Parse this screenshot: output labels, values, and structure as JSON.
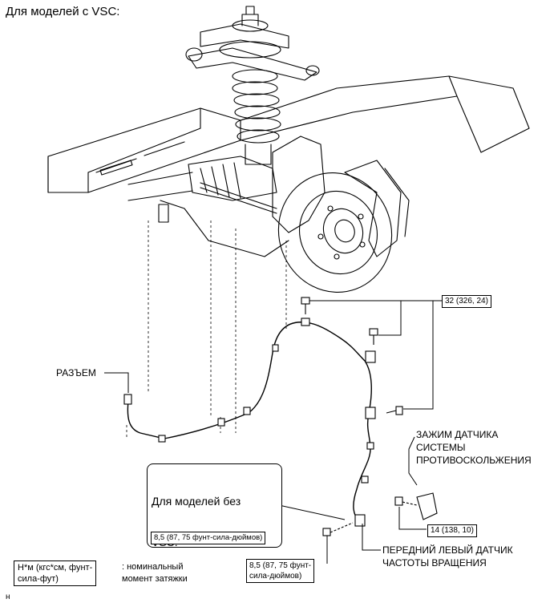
{
  "heading": "Для моделей с VSC:",
  "labels": {
    "connector": "РАЗЪЕМ",
    "clamp_line1": "ЗАЖИМ ДАТЧИКА",
    "clamp_line2": "СИСТЕМЫ",
    "clamp_line3": "ПРОТИВОСКОЛЬЖЕНИЯ",
    "sensor_line1": "ПЕРЕДНИЙ ЛЕВЫЙ ДАТЧИК",
    "sensor_line2": "ЧАСТОТЫ ВРАЩЕНИЯ"
  },
  "torque_specs": {
    "bracket_bolts": "32 (326, 24)",
    "clamp_bolt": "14 (138, 10)",
    "sensor_bolt_line1": "8,5 (87, 75 фунт-",
    "sensor_bolt_line2": "сила-дюймов)",
    "inset_bolt": "8,5 (87, 75 фунт-сила-дюймов)"
  },
  "inset": {
    "title_line1": "Для моделей без",
    "title_line2": "VSC:"
  },
  "legend": {
    "unit_line1": "Н*м (кгс*см, фунт-",
    "unit_line2": "сила-фут)",
    "desc_line1": ": номинальный",
    "desc_line2": "момент затяжки"
  },
  "footer_mark": "н"
}
